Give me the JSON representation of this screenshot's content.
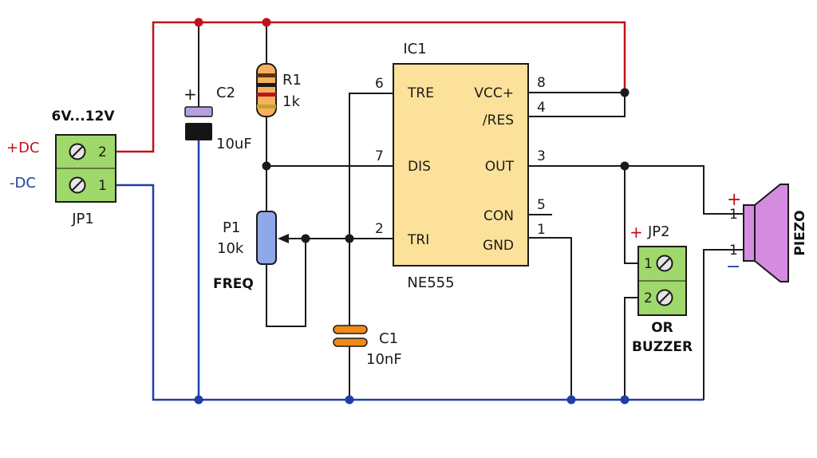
{
  "colors": {
    "positive_wire": "#c0121c",
    "negative_wire": "#1f3fa8",
    "signal_wire": "#1a1a1a",
    "ic_fill": "#fbe19a",
    "terminal_fill": "#9fd86b",
    "resistor_fill": "#f7b15d",
    "pot_fill": "#8fa8e8",
    "cap_c2_top": "#b7a0e0",
    "cap_c1_fill": "#f08a1a",
    "piezo_fill": "#d48be0"
  },
  "power": {
    "connector": "JP1",
    "voltage_label": "6V...12V",
    "plus_label": "+DC",
    "minus_label": "-DC",
    "pin_top": "2",
    "pin_bottom": "1"
  },
  "ic": {
    "ref": "IC1",
    "part": "NE555",
    "left_pins": [
      {
        "num": "6",
        "name": "TRE"
      },
      {
        "num": "7",
        "name": "DIS"
      },
      {
        "num": "2",
        "name": "TRI"
      }
    ],
    "right_pins": [
      {
        "num": "8",
        "name": "VCC+"
      },
      {
        "num": "4",
        "name": "/RES"
      },
      {
        "num": "3",
        "name": "OUT"
      },
      {
        "num": "5",
        "name": "CON"
      },
      {
        "num": "1",
        "name": "GND"
      }
    ]
  },
  "components": {
    "c2": {
      "ref": "C2",
      "value": "10uF",
      "polarity": "+"
    },
    "r1": {
      "ref": "R1",
      "value": "1k"
    },
    "p1": {
      "ref": "P1",
      "value": "10k",
      "function": "FREQ"
    },
    "c1": {
      "ref": "C1",
      "value": "10nF"
    }
  },
  "output": {
    "jp2_ref": "JP2",
    "jp2_plus": "+",
    "jp2_pin1": "1",
    "jp2_pin2": "2",
    "buzzer_line1": "OR",
    "buzzer_line2": "BUZZER",
    "piezo_label": "PIEZO",
    "piezo_plus": "+",
    "piezo_minus": "−",
    "piezo_pin_top": "1",
    "piezo_pin_bottom": "1"
  }
}
